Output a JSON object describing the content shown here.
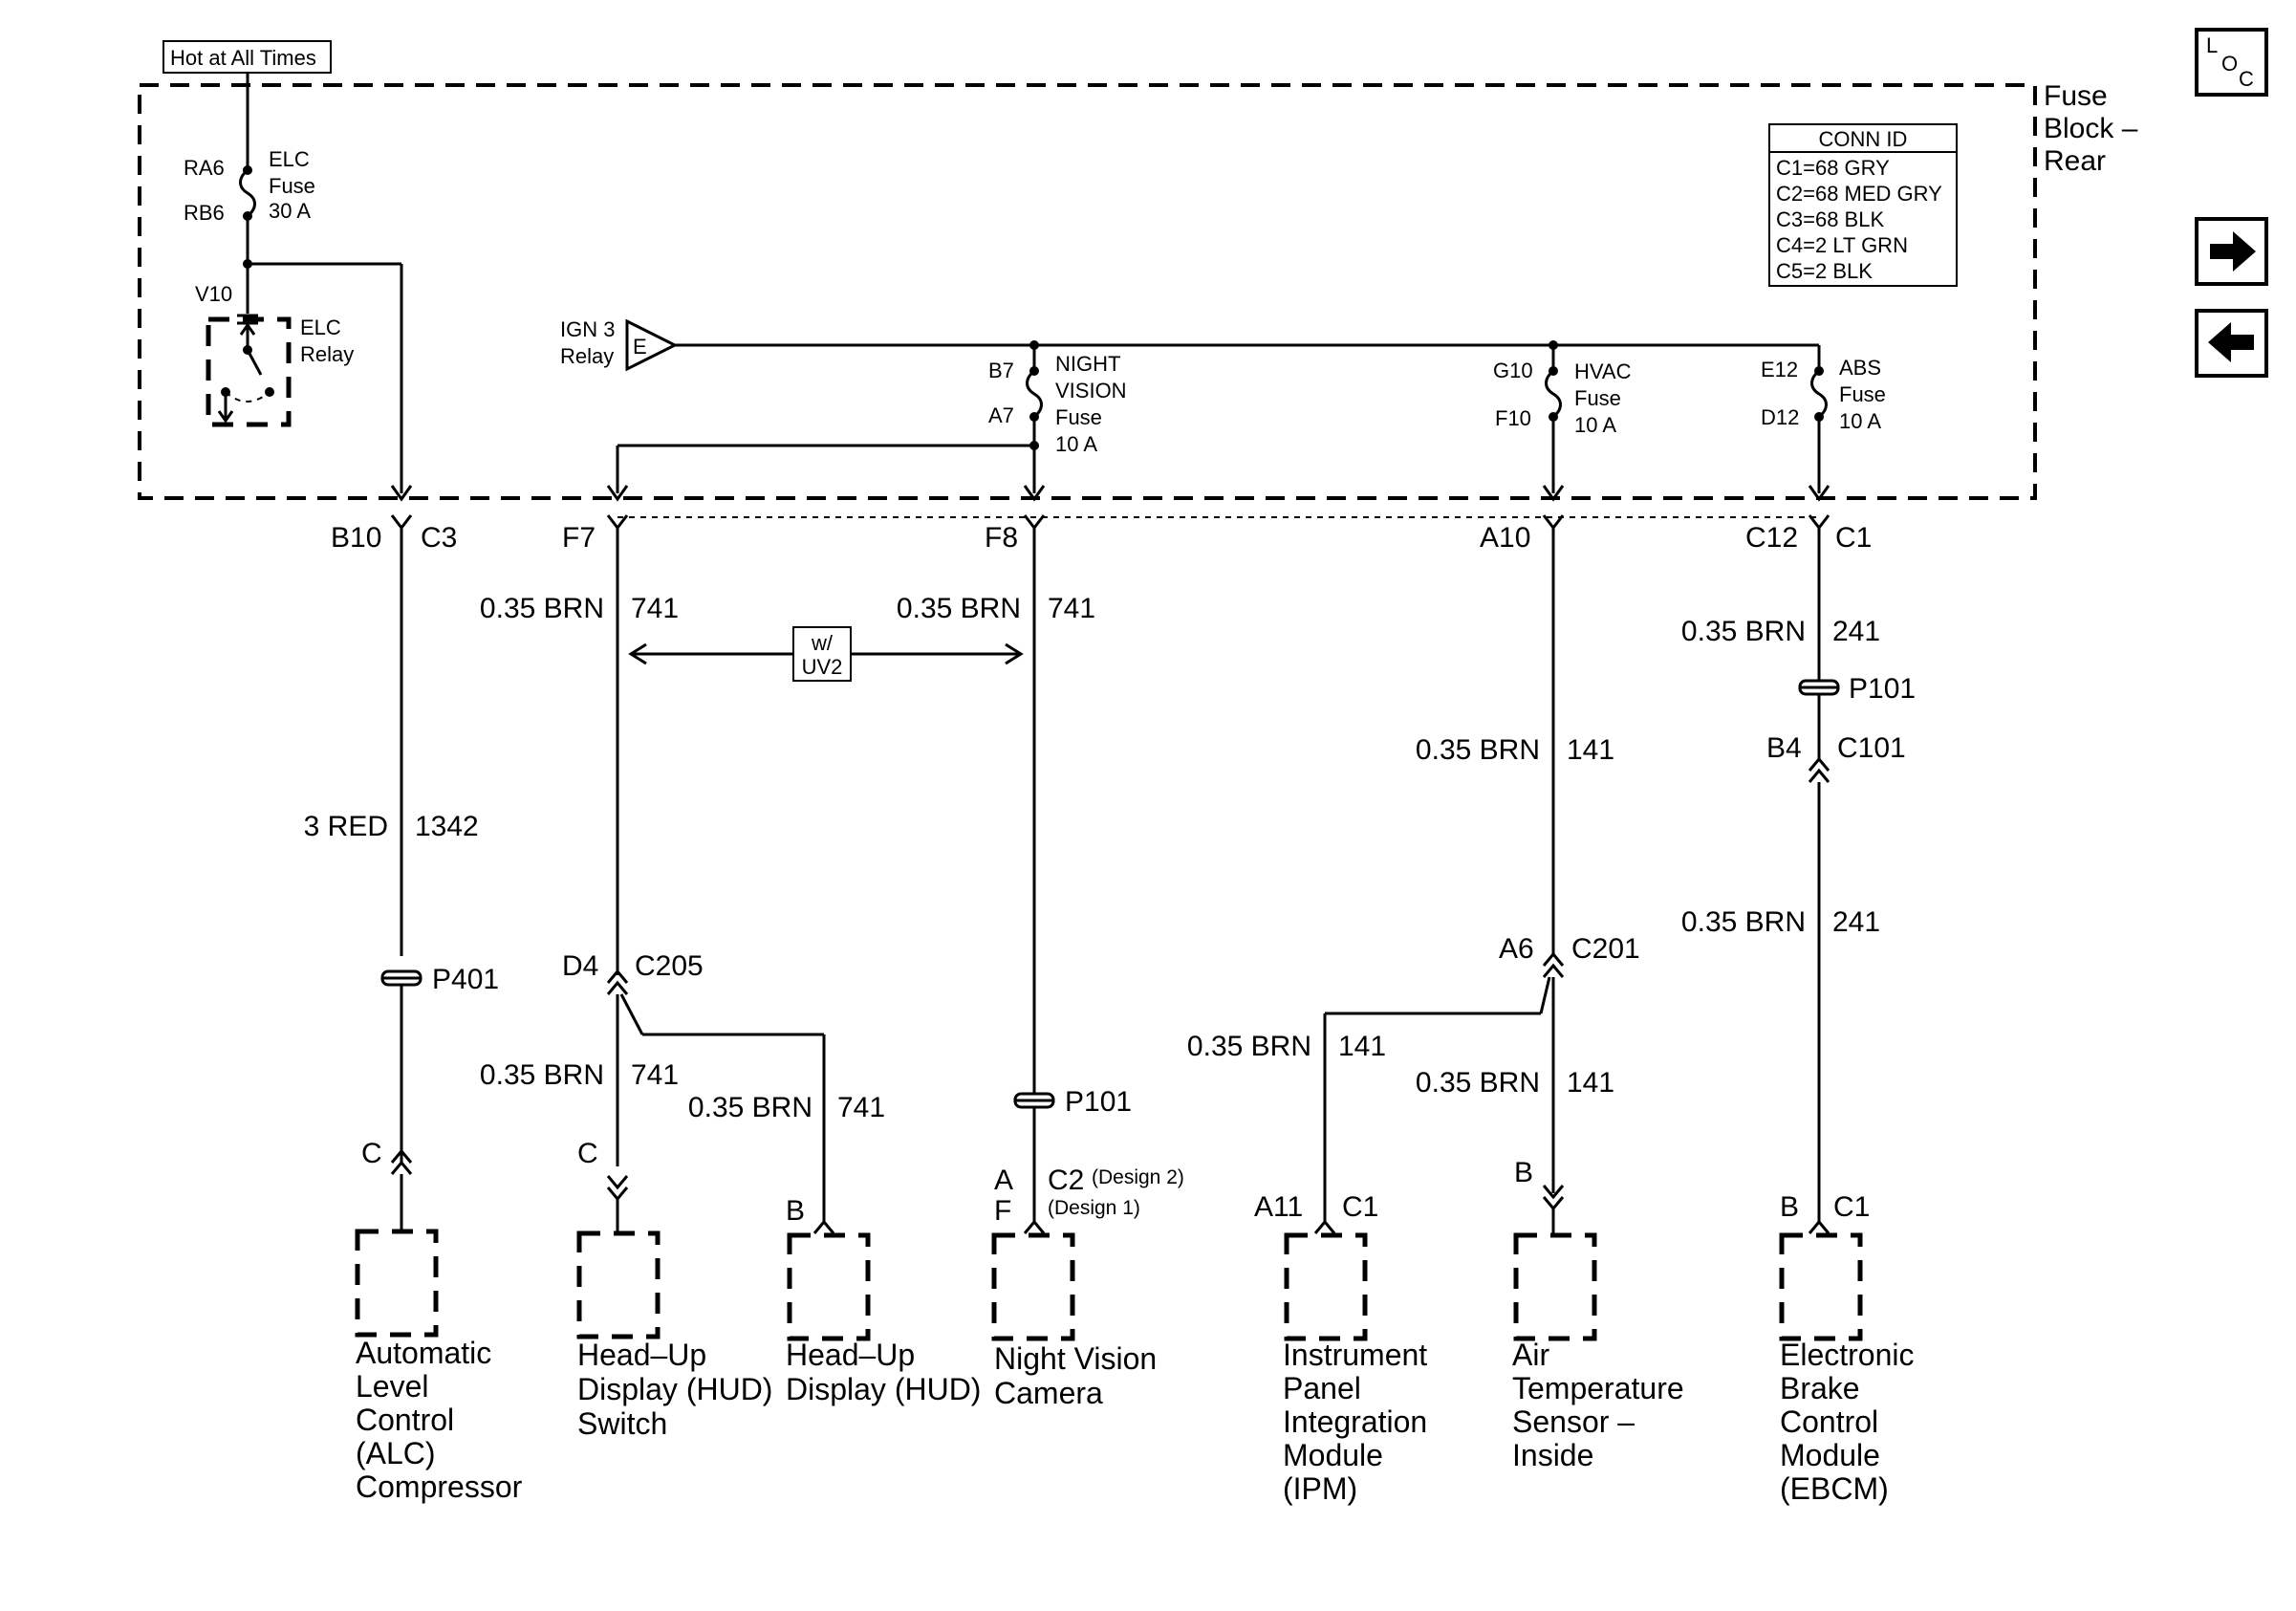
{
  "fuse_block": {
    "title_lines": [
      "Fuse",
      "Block –",
      "Rear"
    ],
    "hot_label": "Hot at All Times",
    "elc_fuse": {
      "top_pin": "RA6",
      "bottom_pin": "RB6",
      "name": "ELC",
      "type": "Fuse",
      "rating": "30 A"
    },
    "elc_relay": {
      "pin": "V10",
      "name": "ELC",
      "type": "Relay"
    },
    "ign_relay": {
      "line1": "IGN 3",
      "line2": "Relay",
      "marker": "E"
    },
    "night_vision_fuse": {
      "top_pin": "B7",
      "bottom_pin": "A7",
      "line1": "NIGHT",
      "line2": "VISION",
      "type": "Fuse",
      "rating": "10 A"
    },
    "hvac_fuse": {
      "top_pin": "G10",
      "bottom_pin": "F10",
      "name": "HVAC",
      "type": "Fuse",
      "rating": "10 A"
    },
    "abs_fuse": {
      "top_pin": "E12",
      "bottom_pin": "D12",
      "name": "ABS",
      "type": "Fuse",
      "rating": "10 A"
    }
  },
  "conn_id": {
    "title": "CONN ID",
    "rows": [
      "C1=68 GRY",
      "C2=68 MED GRY",
      "C3=68 BLK",
      "C4=2 LT GRN",
      "C5=2 BLK"
    ]
  },
  "terminals": {
    "b10": "B10",
    "c3": "C3",
    "f7": "F7",
    "f8": "F8",
    "a10": "A10",
    "c12": "C12",
    "c1": "C1"
  },
  "wires": {
    "w1342": {
      "size": "3 RED",
      "circuit": "1342"
    },
    "w741_a": {
      "size": "0.35 BRN",
      "circuit": "741"
    },
    "w741_b": {
      "size": "0.35 BRN",
      "circuit": "741"
    },
    "w741_c": {
      "size": "0.35 BRN",
      "circuit": "741"
    },
    "w741_d": {
      "size": "0.35 BRN",
      "circuit": "741"
    },
    "w141_a": {
      "size": "0.35 BRN",
      "circuit": "141"
    },
    "w141_b": {
      "size": "0.35 BRN",
      "circuit": "141"
    },
    "w141_c": {
      "size": "0.35 BRN",
      "circuit": "141"
    },
    "w241_a": {
      "size": "0.35 BRN",
      "circuit": "241"
    },
    "w241_b": {
      "size": "0.35 BRN",
      "circuit": "241"
    }
  },
  "option_box": {
    "line1": "w/",
    "line2": "UV2"
  },
  "connectors": {
    "p401": "P401",
    "p101_left": "P101",
    "p101_right": "P101",
    "c205_pin": "D4",
    "c205": "C205",
    "c201_pin": "A6",
    "c201": "C201",
    "c101_pin": "B4",
    "c101": "C101"
  },
  "components": {
    "alc": {
      "pin": "C",
      "label_lines": [
        "Automatic",
        "Level",
        "Control",
        "(ALC)",
        "Compressor"
      ]
    },
    "hud_switch": {
      "pin": "C",
      "label_lines": [
        "Head–Up",
        "Display (HUD)",
        "Switch"
      ]
    },
    "hud": {
      "pin": "B",
      "label_lines": [
        "Head–Up",
        "Display (HUD)"
      ]
    },
    "night_camera": {
      "pin_top": "A",
      "pin_bottom": "F",
      "conn_top": "C2",
      "conn_top_note": "(Design 2)",
      "conn_bottom_note": "(Design 1)",
      "label_lines": [
        "Night Vision",
        "Camera"
      ]
    },
    "ipm": {
      "pin": "A11",
      "conn": "C1",
      "label_lines": [
        "Instrument",
        "Panel",
        "Integration",
        "Module",
        "(IPM)"
      ]
    },
    "air_temp": {
      "pin": "B",
      "label_lines": [
        "Air",
        "Temperature",
        "Sensor –",
        "Inside"
      ]
    },
    "ebcm": {
      "pin": "B",
      "conn": "C1",
      "label_lines": [
        "Electronic",
        "Brake",
        "Control",
        "Module",
        "(EBCM)"
      ]
    }
  },
  "nav": {
    "loc_top": "L",
    "loc_o": "O",
    "loc_c": "C",
    "forward": "next-arrow",
    "back": "previous-arrow"
  }
}
